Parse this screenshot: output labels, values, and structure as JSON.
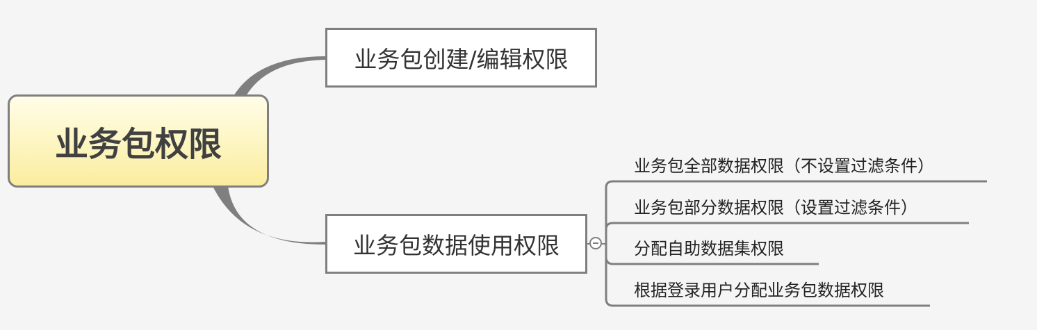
{
  "diagram": {
    "root": {
      "label": "业务包权限"
    },
    "branches": [
      {
        "label": "业务包创建/编辑权限",
        "children": []
      },
      {
        "label": "业务包数据使用权限",
        "children": [
          {
            "label": "业务包全部数据权限（不设置过滤条件）"
          },
          {
            "label": "业务包部分数据权限（设置过滤条件）"
          },
          {
            "label": "分配自助数据集权限"
          },
          {
            "label": "根据登录用户分配业务包数据权限"
          }
        ]
      }
    ],
    "colors": {
      "connector": "#7f7f7f",
      "root_fill_top": "#fffde8",
      "root_fill_bottom": "#fbec9e",
      "background": "#f5f5f5"
    },
    "icons": {
      "collapse": "collapse-minus-icon"
    }
  }
}
